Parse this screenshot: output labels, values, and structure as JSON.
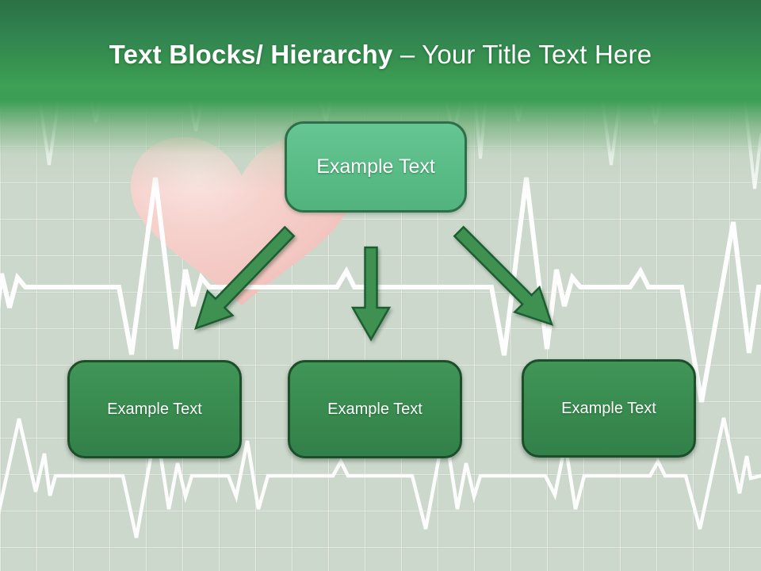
{
  "slide": {
    "title": {
      "bold": "Text Blocks/ Hierarchy",
      "regular": " – Your Title Text Here"
    }
  },
  "hierarchy": {
    "root": {
      "label": "Example Text"
    },
    "children": [
      {
        "label": "Example Text"
      },
      {
        "label": "Example Text"
      },
      {
        "label": "Example Text"
      }
    ]
  },
  "decor": {
    "heart_icon": "heart-icon",
    "ekg_traces": "ekg-heartbeat-lines",
    "arrows": [
      "arrow-down-left",
      "arrow-down",
      "arrow-down-right"
    ]
  },
  "colors": {
    "header_green_dark": "#2b7043",
    "header_green_light": "#3da055",
    "background_sage": "#cdd8cc",
    "root_box_fill": "#5cbf8a",
    "root_box_border": "#2e6e49",
    "child_box_fill": "#3a8b50",
    "child_box_border": "#1c4e2a",
    "arrow_fill": "#3f9152",
    "arrow_outline": "#1d5e31",
    "heart_pink": "#f4c9c4",
    "heart_highlight": "#fbe5e2",
    "trace_white": "#ffffff",
    "title_text": "#ffffff"
  }
}
